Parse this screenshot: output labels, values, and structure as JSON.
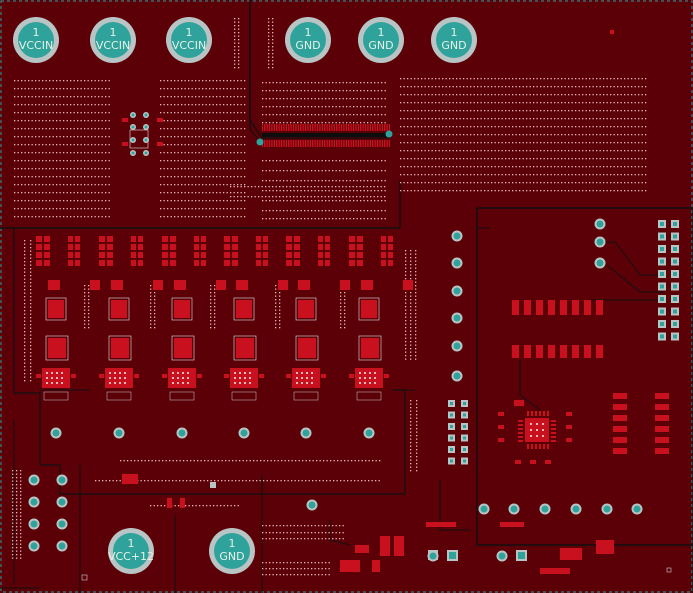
{
  "board": {
    "colors": {
      "substrate": "#5c0008",
      "copper": "#c8101e",
      "via_ring": "#b9c4c4",
      "pad_fill": "#2fa39b",
      "outline": "#3a3a3a",
      "dot": "#e8b8b8",
      "trace": "#111111"
    }
  },
  "power_pads": [
    {
      "pin": "1",
      "net": "VCCIN"
    },
    {
      "pin": "1",
      "net": "VCCIN"
    },
    {
      "pin": "1",
      "net": "VCCIN"
    },
    {
      "pin": "1",
      "net": "GND"
    },
    {
      "pin": "1",
      "net": "GND"
    },
    {
      "pin": "1",
      "net": "GND"
    },
    {
      "pin": "1",
      "net": "VCC+12"
    },
    {
      "pin": "1",
      "net": "GND"
    }
  ]
}
